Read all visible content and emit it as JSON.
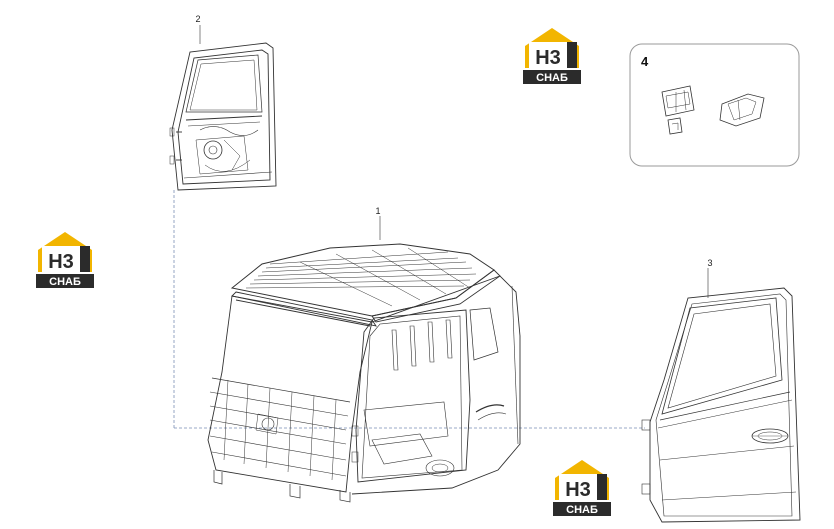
{
  "callouts": {
    "part_1": "1",
    "part_2": "2",
    "part_3": "3",
    "part_4": "4"
  },
  "watermark": {
    "main": "Н3",
    "sub": "СНАБ",
    "color_yellow": "#f2b500",
    "color_dark": "#2b2b2b"
  },
  "colors": {
    "line": "#333333",
    "leader_dash": "#7a8fb5",
    "inset_border": "#9a9a9a"
  }
}
